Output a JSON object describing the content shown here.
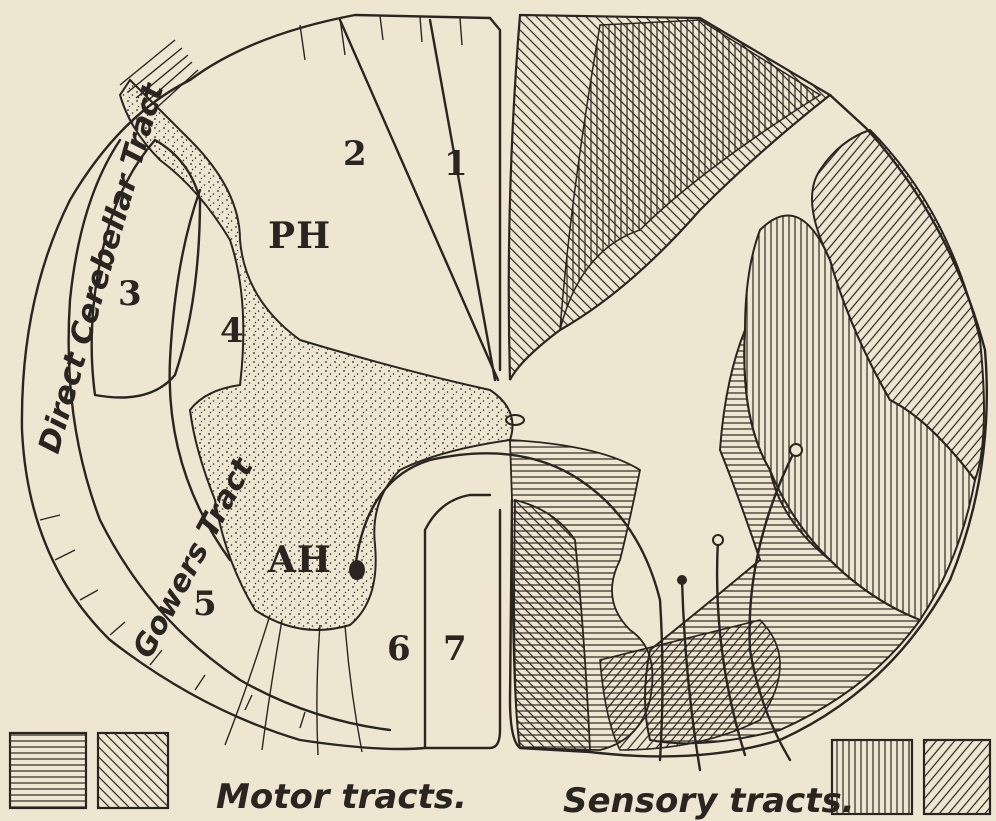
{
  "labels": {
    "num_1": "1",
    "num_2": "2",
    "num_3": "3",
    "num_4": "4",
    "num_5": "5",
    "num_6": "6",
    "num_7": "7",
    "posterior_horn": "PH",
    "anterior_horn": "AH",
    "direct_cerebellar_tract": "Direct Cerebellar Tract",
    "gowers_tract": "Gowers Tract"
  },
  "legend": {
    "motor_label": "Motor tracts.",
    "sensory_label": "Sensory tracts.",
    "motor_swatches": [
      "horizontal-hatch",
      "diagonal-hatch"
    ],
    "sensory_swatches": [
      "vertical-hatch",
      "diagonal-hatch"
    ]
  },
  "colors": {
    "paper": "#efe6d2",
    "ink": "#2a2520"
  }
}
